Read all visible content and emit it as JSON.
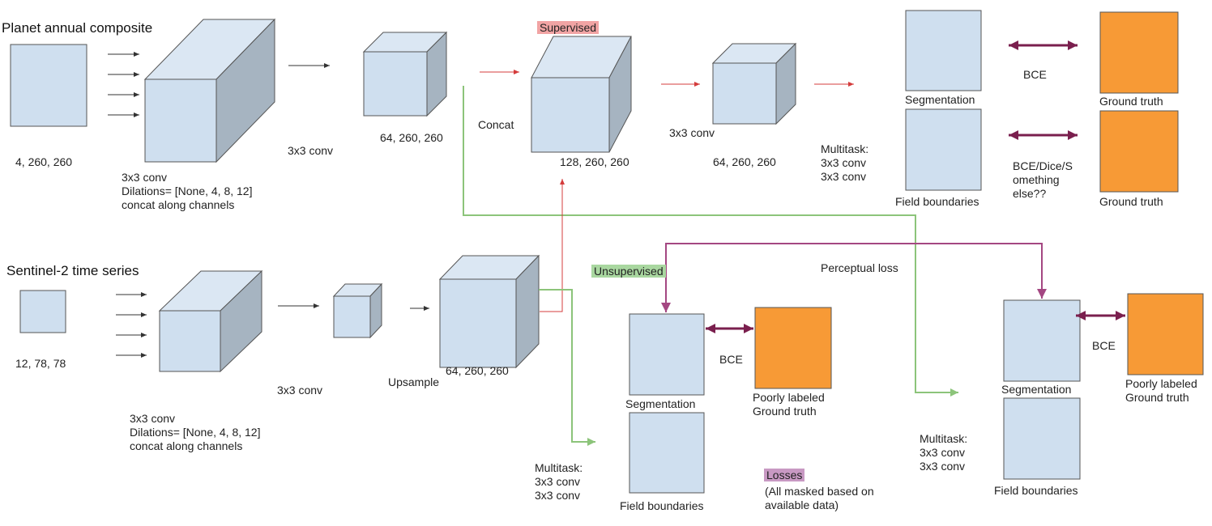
{
  "colors": {
    "box_fill": "#cfdfef",
    "box_top": "#dbe7f3",
    "box_side": "#a6b4c1",
    "ground_truth_fill": "#f79a36",
    "arrow_red": "#d43c3c",
    "arrow_green": "#8cc47a",
    "arrow_purple": "#a44782",
    "arrow_double": "#7a1f4e",
    "arrow_black": "#333333"
  },
  "top": {
    "title": "Planet annual composite",
    "input_dims": "4, 260, 260",
    "dilated_conv_text": "3x3 conv\nDilations= [None, 4, 8, 12]\nconcat along channels",
    "conv_label": "3x3 conv",
    "feature_dims": "64, 260, 260",
    "supervised_label": "Supervised",
    "concat_label": "Concat",
    "concat_dims": "128, 260, 260",
    "conv2_label": "3x3 conv",
    "conv2_dims": "64, 260, 260",
    "multitask_text": "Multitask:\n3x3 conv\n3x3 conv",
    "segmentation_label": "Segmentation",
    "field_boundaries_label": "Field boundaries",
    "bce_label": "BCE",
    "bce_dice_label": "BCE/Dice/S\nomething\nelse??",
    "ground_truth_1": "Ground truth",
    "ground_truth_2": "Ground truth"
  },
  "bottom": {
    "title": "Sentinel-2 time series",
    "input_dims": "12, 78, 78",
    "conv_label": "3x3 conv",
    "dilated_conv_text": "3x3 conv\nDilations= [None, 4, 8, 12]\nconcat along channels",
    "upsample_label": "Upsample",
    "upsample_dims": "64, 260, 260",
    "unsupervised_label": "Unsupervised",
    "perceptual_loss_label": "Perceptual loss",
    "left_head": {
      "segmentation_label": "Segmentation",
      "field_boundaries_label": "Field boundaries",
      "bce_label": "BCE",
      "ground_truth_label": "Poorly labeled\nGround truth",
      "multitask_text": "Multitask:\n3x3 conv\n3x3 conv"
    },
    "right_head": {
      "segmentation_label": "Segmentation",
      "field_boundaries_label": "Field boundaries",
      "bce_label": "BCE",
      "ground_truth_label": "Poorly labeled\nGround truth",
      "multitask_text": "Multitask:\n3x3 conv\n3x3 conv"
    }
  },
  "losses": {
    "heading": "Losses",
    "note": "(All masked based on\navailable data)"
  }
}
